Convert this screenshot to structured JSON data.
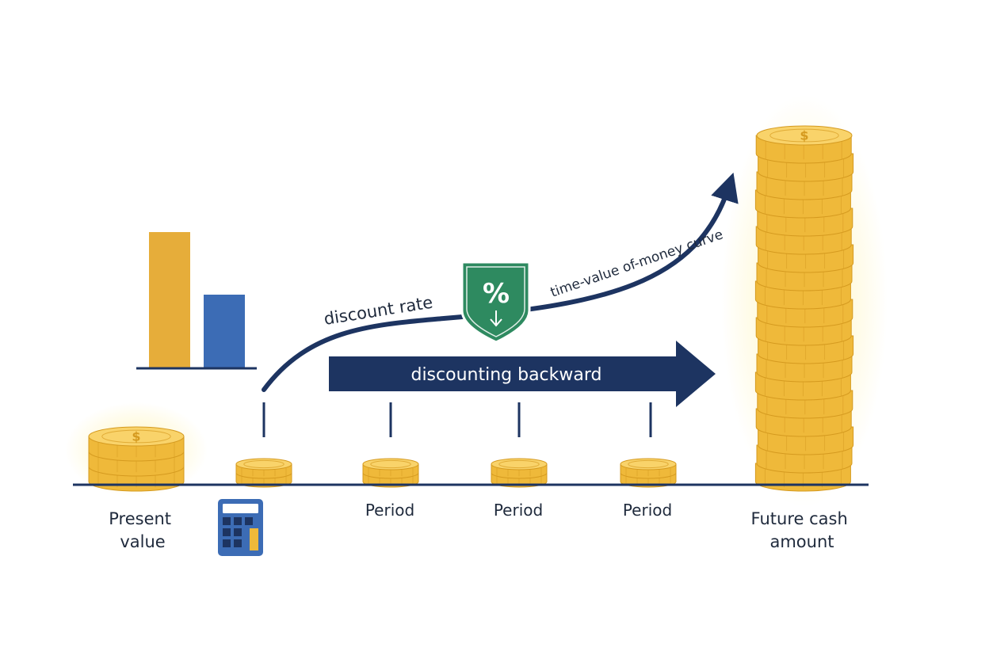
{
  "labels": {
    "present_value": [
      "Present",
      "value"
    ],
    "future_cash": [
      "Future cash",
      "amount"
    ],
    "periods": [
      "Period",
      "Period",
      "Period"
    ],
    "discounting": "discounting backward",
    "discount_rate": "discount rate",
    "curve": "time-value of-money curve",
    "badge_symbol": "%"
  },
  "icons": {
    "badge": "percent-shield-icon",
    "calculator": "calculator-icon",
    "coin": "dollar-coin-icon",
    "bar_chart": "bar-chart-icon",
    "arrow_down": "arrow-down-icon"
  },
  "colors": {
    "navy": "#1d3461",
    "gold": "#efb93a",
    "gold_dark": "#d59a1f",
    "gold_light": "#f9d36a",
    "green": "#2e8a60",
    "blue": "#3c6cb5",
    "text": "#1f2a3c"
  },
  "chart_data": {
    "type": "bar",
    "categories": [
      "",
      ""
    ],
    "values": [
      172,
      93
    ],
    "colors": [
      "#e6ad3a",
      "#3c6cb5"
    ]
  }
}
